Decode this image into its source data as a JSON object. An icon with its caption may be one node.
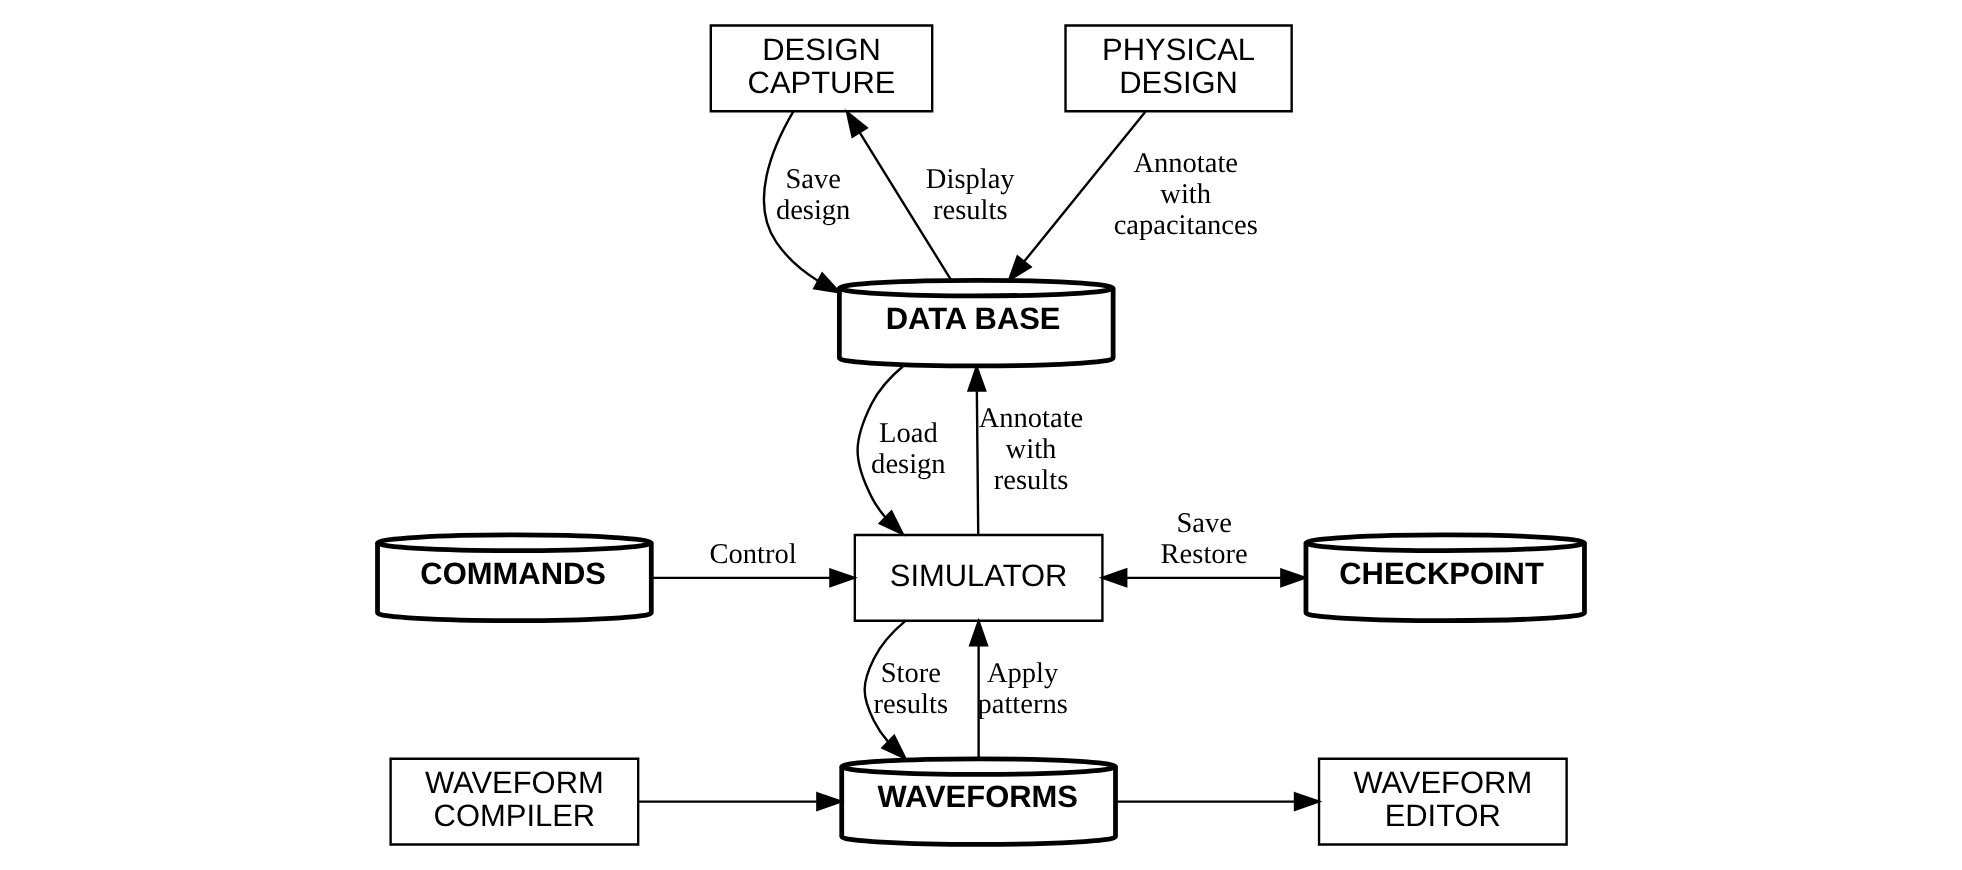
{
  "diagram": {
    "nodes": [
      {
        "text": [
          "DESIGN CAPTURE"
        ]
      },
      {
        "text": [
          "PHYSICAL DESIGN"
        ]
      },
      {
        "text": [
          "DATA BASE"
        ]
      },
      {
        "text": [
          "COMMANDS"
        ]
      },
      {
        "text": [
          "SIMULATOR"
        ]
      },
      {
        "text": [
          "CHECKPOINT"
        ]
      },
      {
        "text": [
          "WAVEFORM COMPILER"
        ]
      },
      {
        "text": [
          "WAVEFORMS"
        ]
      },
      {
        "text": [
          "WAVEFORM EDITOR"
        ]
      }
    ],
    "edges": [
      {
        "from": 0,
        "to": 2,
        "arrow": "to",
        "label": "Save design"
      },
      {
        "from": 2,
        "to": 0,
        "arrow": "to",
        "label": "Display results"
      },
      {
        "from": 1,
        "to": 2,
        "arrow": "to",
        "label": "Annotate with capacitances"
      },
      {
        "from": 2,
        "to": 4,
        "arrow": "to",
        "label": "Load design"
      },
      {
        "from": 4,
        "to": 2,
        "arrow": "to",
        "label": "Annotate with results"
      },
      {
        "from": 3,
        "to": 4,
        "arrow": "to",
        "label": "Control"
      },
      {
        "from": 4,
        "to": 5,
        "arrow": "both",
        "label": "Save Restore"
      },
      {
        "from": 4,
        "to": 7,
        "arrow": "to",
        "label": "Store results"
      },
      {
        "from": 7,
        "to": 4,
        "arrow": "to",
        "label": "Apply patterns"
      },
      {
        "from": 6,
        "to": 7,
        "arrow": "to"
      },
      {
        "from": 7,
        "to": 8,
        "arrow": "to"
      }
    ]
  }
}
